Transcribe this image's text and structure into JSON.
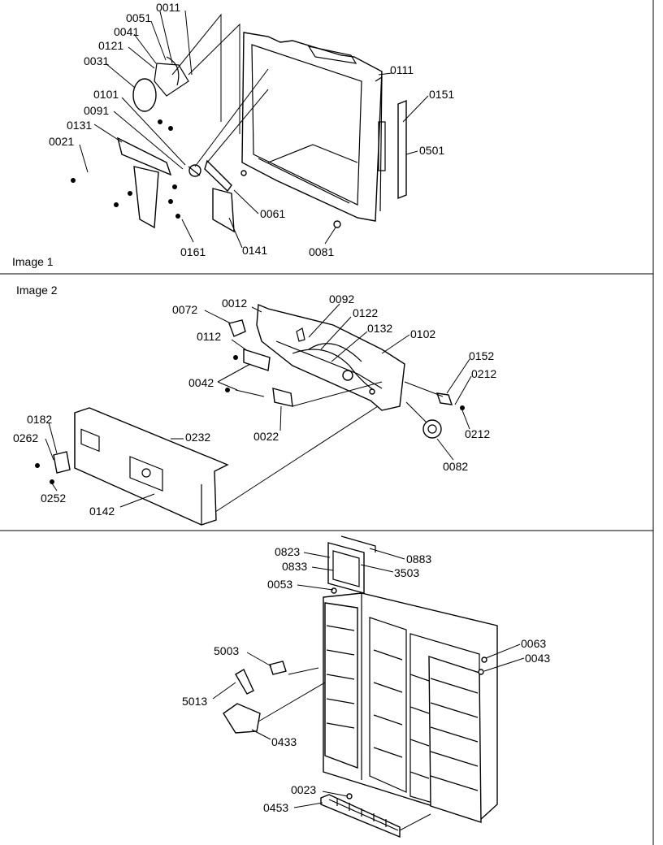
{
  "panels": [
    {
      "caption": "Image 1",
      "callouts": [
        "0011",
        "0051",
        "0041",
        "0121",
        "0031",
        "0101",
        "0091",
        "0131",
        "0021",
        "0111",
        "0151",
        "0501",
        "0061",
        "0161",
        "0141",
        "0081"
      ]
    },
    {
      "caption": "Image 2",
      "callouts": [
        "0072",
        "0012",
        "0092",
        "0122",
        "0132",
        "0102",
        "0112",
        "0042",
        "0022",
        "0152",
        "0212",
        "0212",
        "0082",
        "0182",
        "0262",
        "0232",
        "0252",
        "0142"
      ]
    },
    {
      "caption": "",
      "callouts": [
        "0823",
        "0833",
        "0883",
        "3503",
        "0053",
        "0063",
        "0043",
        "5003",
        "5013",
        "0433",
        "0023",
        "0453"
      ]
    }
  ]
}
